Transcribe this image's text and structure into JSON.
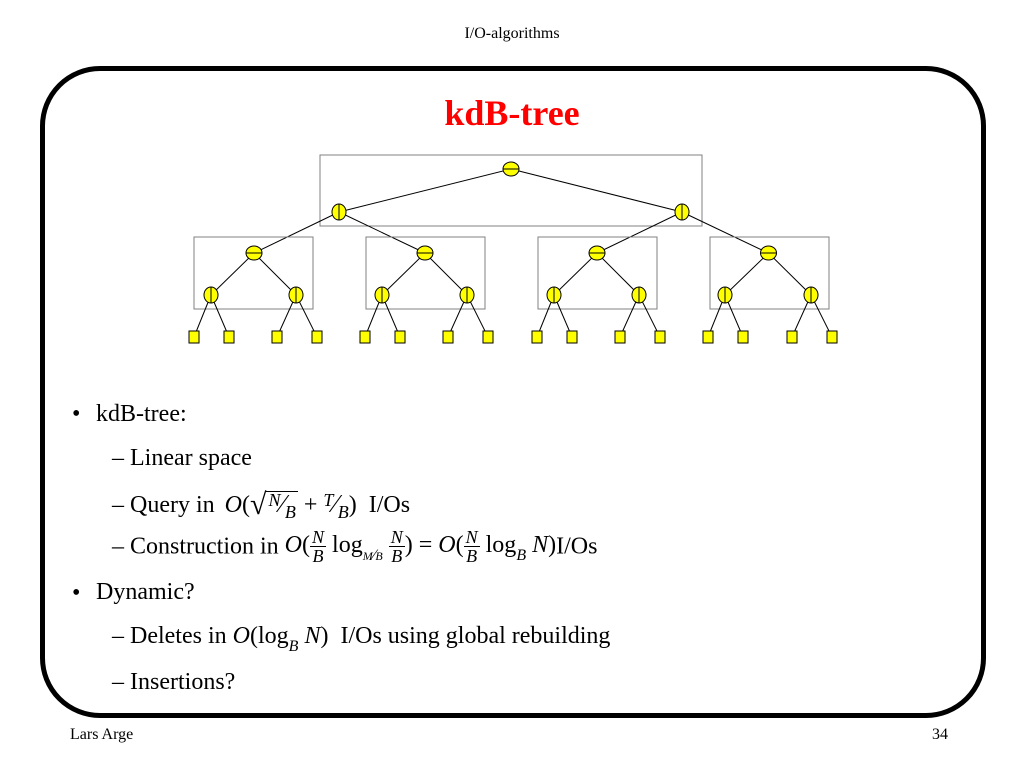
{
  "header": {
    "title": "I/O-algorithms"
  },
  "slide": {
    "title": "kdB-tree",
    "bullets": {
      "b1": "kdB-tree:",
      "b1_sub1": "– Linear space",
      "b1_sub2_prefix": "– Query in",
      "b1_sub2_suffix": "I/Os",
      "b1_sub3_prefix": "– Construction in",
      "b1_sub3_suffix": "I/Os",
      "b2": "Dynamic?",
      "b2_sub1_prefix": "– Deletes in",
      "b2_sub1_suffix": "I/Os using global rebuilding",
      "b2_sub2": "– Insertions?"
    },
    "math": {
      "O": "O",
      "lparen": "(",
      "rparen": ")",
      "N": "N",
      "B": "B",
      "T": "T",
      "M": "M",
      "plus": "+",
      "eq": "=",
      "log": "log"
    }
  },
  "diagram": {
    "node_color": "#ffff00",
    "leaf_color": "#ffff00",
    "stroke_color": "#000000",
    "box_color": "#808080"
  },
  "footer": {
    "author": "Lars Arge",
    "page": "34"
  }
}
